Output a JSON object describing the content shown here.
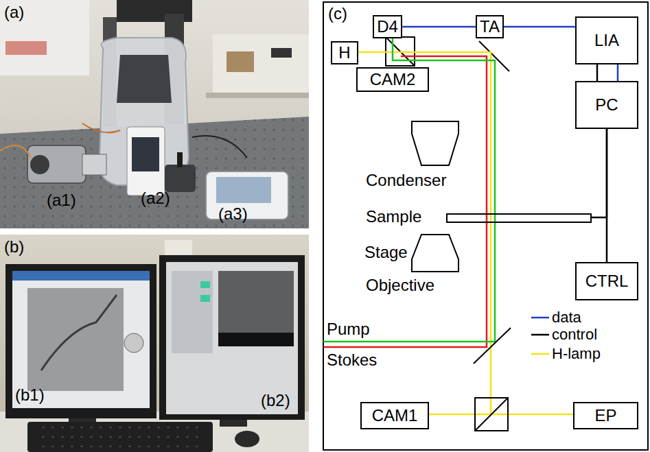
{
  "diagram": {
    "nodes": [
      {
        "text": [
          "D4"
        ]
      },
      {
        "text": [
          "TA"
        ]
      },
      {
        "text": [
          "LIA"
        ]
      },
      {
        "text": [
          "H"
        ]
      },
      {
        "text": [
          "CAM2"
        ]
      },
      {
        "text": [
          "PC"
        ]
      },
      {
        "text": [
          "Condenser"
        ]
      },
      {
        "text": [
          "Sample"
        ]
      },
      {
        "text": [
          "Objective"
        ]
      },
      {
        "text": [
          "CTRL"
        ]
      },
      {
        "text": [
          "CAM1"
        ]
      },
      {
        "text": [
          "EP"
        ]
      }
    ],
    "edges": [
      {
        "from": 0,
        "to": 1,
        "arrow": "none"
      },
      {
        "from": 1,
        "to": 2,
        "arrow": "none"
      },
      {
        "from": 2,
        "to": 5,
        "arrow": "none"
      },
      {
        "from": 2,
        "to": 5,
        "arrow": "none"
      },
      {
        "from": 5,
        "to": 7,
        "arrow": "none"
      },
      {
        "from": 5,
        "to": 9,
        "arrow": "none"
      }
    ],
    "labels": [
      "(a)",
      "(a1)",
      "(a2)",
      "(a3)",
      "(b)",
      "(b1)",
      "(b2)",
      "(c)",
      "Stage",
      "Pump",
      "Stokes"
    ],
    "legend": [
      {
        "text": "data"
      },
      {
        "text": "control"
      },
      {
        "text": "H-lamp"
      }
    ]
  }
}
